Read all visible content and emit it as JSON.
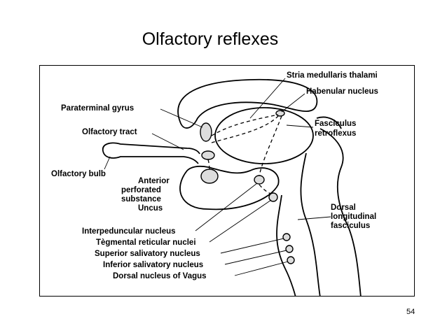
{
  "slide": {
    "title": "Olfactory reflexes",
    "page_number": "54"
  },
  "diagram": {
    "labels": {
      "stria_medullaris": "Stria medullaris thalami",
      "habenular_nucleus": "Habenular nucleus",
      "paraterminal_gyrus": "Paraterminal gyrus",
      "fasciculus_line1": "Fasciculus",
      "fasciculus_line2": "retroflexus",
      "olfactory_tract": "Olfactory tract",
      "olfactory_bulb": "Olfactory bulb",
      "anterior_line1": "Anterior",
      "anterior_line2": "perforated",
      "anterior_line3": "substance",
      "uncus": "Uncus",
      "dorsal_line1": "Dorsal",
      "dorsal_line2": "longitudinal",
      "dorsal_line3": "fasciculus",
      "interpeduncular": "Interpeduncular nucleus",
      "tegmental": "Tègmental reticular nuclei",
      "superior_salivatory": "Superior salivatory nucleus",
      "inferior_salivatory": "Inferior salivatory nucleus",
      "dorsal_vagus": "Dorsal nucleus of Vagus"
    }
  }
}
